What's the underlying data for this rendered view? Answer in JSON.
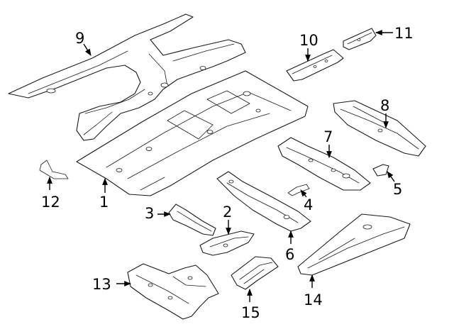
{
  "parts": [
    {
      "id": "1",
      "label": "1"
    },
    {
      "id": "2",
      "label": "2"
    },
    {
      "id": "3",
      "label": "3"
    },
    {
      "id": "4",
      "label": "4"
    },
    {
      "id": "5",
      "label": "5"
    },
    {
      "id": "6",
      "label": "6"
    },
    {
      "id": "7",
      "label": "7"
    },
    {
      "id": "8",
      "label": "8"
    },
    {
      "id": "9",
      "label": "9"
    },
    {
      "id": "10",
      "label": "10"
    },
    {
      "id": "11",
      "label": "11"
    },
    {
      "id": "12",
      "label": "12"
    },
    {
      "id": "13",
      "label": "13"
    },
    {
      "id": "14",
      "label": "14"
    },
    {
      "id": "15",
      "label": "15"
    }
  ]
}
